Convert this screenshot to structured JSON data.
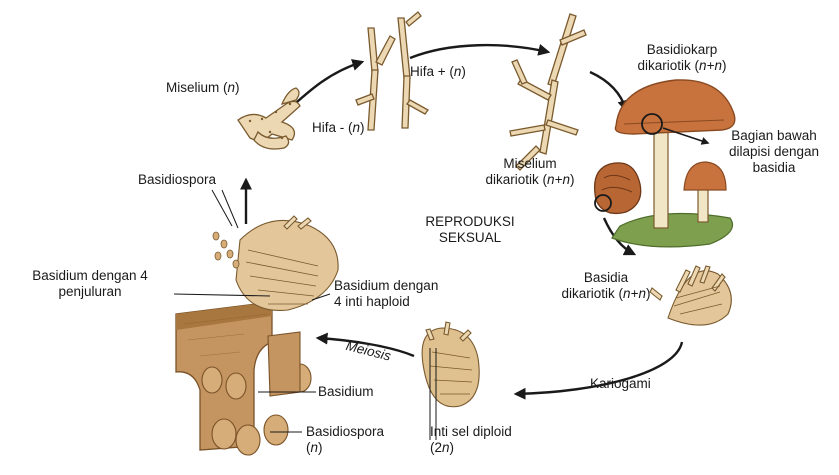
{
  "diagram": {
    "center_title": [
      "REPRODUKSI",
      "SEKSUAL"
    ],
    "labels": {
      "miselium_n": {
        "pre": "Miselium (",
        "it": "n",
        "post": ")"
      },
      "hifa_minus": {
        "pre": "Hifa - (",
        "it": "n",
        "post": ")"
      },
      "hifa_plus": {
        "pre": "Hifa + (",
        "it": "n",
        "post": ")"
      },
      "basidiokarp_1": "Basidiokarp",
      "basidiokarp_2": {
        "pre": "dikariotik (",
        "it": "n+n",
        "post": ")"
      },
      "bagian_1": "Bagian bawah",
      "bagian_2": "dilapisi dengan",
      "bagian_3": "basidia",
      "miselium_dik_1": "Miselium",
      "miselium_dik_2": {
        "pre": "dikariotik (",
        "it": "n+n",
        "post": ")"
      },
      "basidiospora_top": "Basidiospora",
      "basidium4_1": "Basidium dengan 4",
      "basidium4_2": "penjuluran",
      "basidium_inti_1": "Basidium dengan",
      "basidium_inti_2": "4 inti haploid",
      "basidia_dik_1": "Basidia",
      "basidia_dik_2": {
        "pre": "dikariotik (",
        "it": "n+n",
        "post": ")"
      },
      "meiosis": "Meiosis",
      "kariogami": "Kariogami",
      "basidium": "Basidium",
      "basidiospora_bottom_1": "Basidiospora",
      "basidiospora_bottom_2": {
        "pre": "(",
        "it": "n",
        "post": ")"
      },
      "inti_diploid_1": "Inti sel diploid",
      "inti_diploid_2": {
        "pre": "(2",
        "it": "n",
        "post": ")"
      }
    },
    "colors": {
      "hypha_fill": "#ecd9b4",
      "hypha_stroke": "#7a5a2e",
      "cap": "#c8733d",
      "cap_dark": "#8a4a22",
      "stem": "#f1e6c6",
      "moss": "#7ea04e",
      "tissue": "#c49560",
      "tissue_dark": "#a8773f",
      "spore": "#d6ad78",
      "arrow": "#1a1a1a"
    }
  }
}
